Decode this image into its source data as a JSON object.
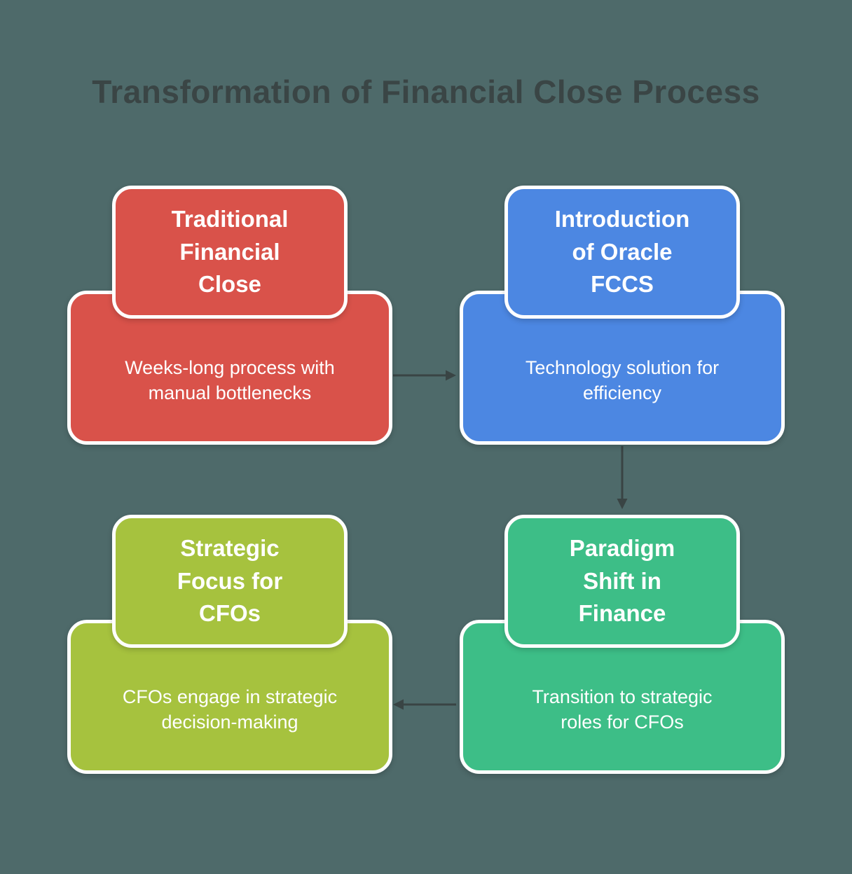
{
  "title": "Transformation of Financial Close Process",
  "colors": {
    "background": "#4e6a6a",
    "title_text": "#3a4545",
    "arrow": "#394444",
    "box_border": "#ffffff",
    "text": "#ffffff"
  },
  "boxes": [
    {
      "id": "traditional-financial-close",
      "header": "Traditional\nFinancial\nClose",
      "body": "Weeks-long process with\nmanual bottlenecks",
      "color": "#d9524a"
    },
    {
      "id": "introduction-of-oracle-fccs",
      "header": "Introduction\nof Oracle\nFCCS",
      "body": "Technology solution for\nefficiency",
      "color": "#4c87e2"
    },
    {
      "id": "strategic-focus-for-cfos",
      "header": "Strategic\nFocus for\nCFOs",
      "body": "CFOs engage in strategic\ndecision-making",
      "color": "#a6c23e"
    },
    {
      "id": "paradigm-shift-in-finance",
      "header": "Paradigm\nShift in\nFinance",
      "body": "Transition to strategic\nroles for CFOs",
      "color": "#3dbe87"
    }
  ],
  "arrows": [
    {
      "name": "arrow-right-icon",
      "direction": "right",
      "from": "traditional-financial-close",
      "to": "introduction-of-oracle-fccs"
    },
    {
      "name": "arrow-down-icon",
      "direction": "down",
      "from": "introduction-of-oracle-fccs",
      "to": "paradigm-shift-in-finance"
    },
    {
      "name": "arrow-left-icon",
      "direction": "left",
      "from": "paradigm-shift-in-finance",
      "to": "strategic-focus-for-cfos"
    }
  ]
}
